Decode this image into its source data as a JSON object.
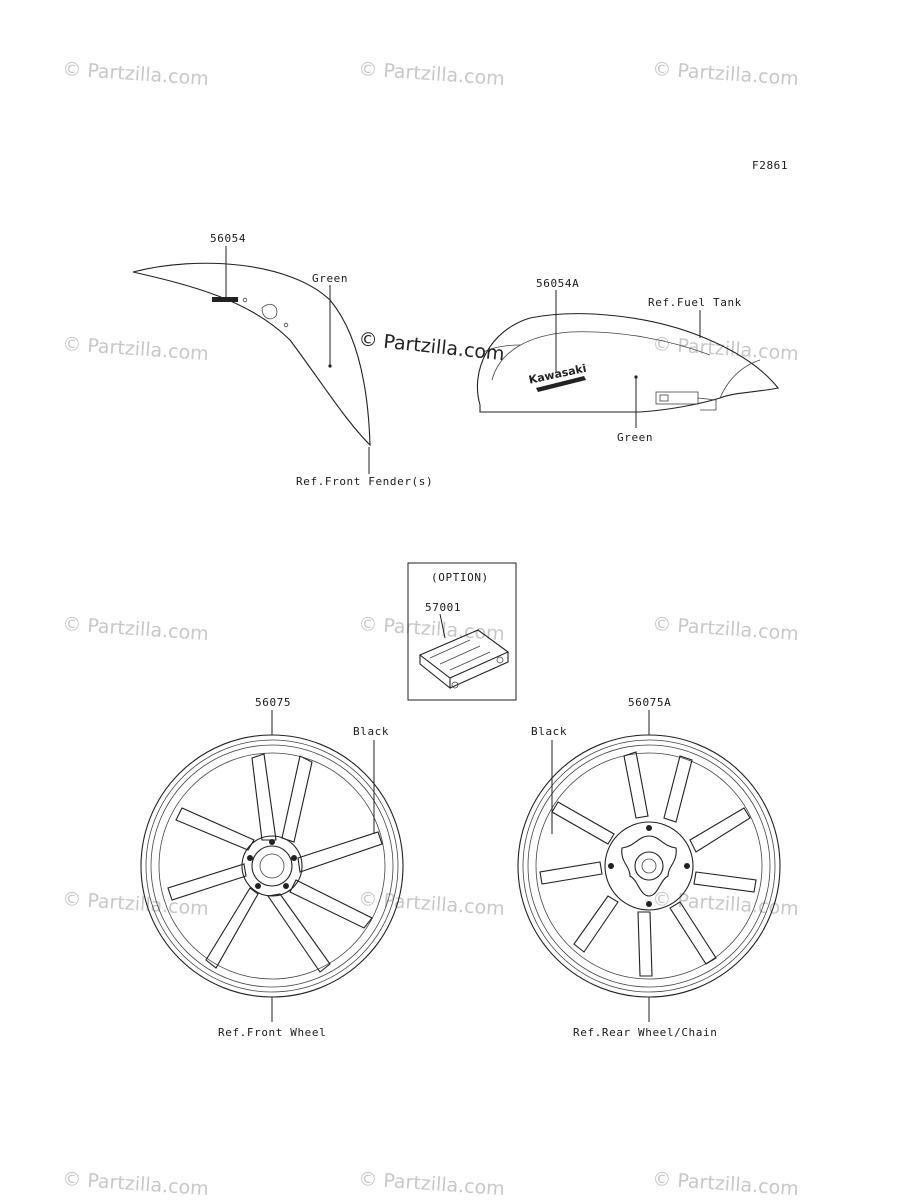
{
  "figure_code": "F2861",
  "watermark": {
    "text": "© Partzilla.com",
    "center_text": "© Partzilla.com"
  },
  "parts": {
    "p56054": "56054",
    "p56054A": "56054A",
    "p57001": "57001",
    "p56075": "56075",
    "p56075A": "56075A"
  },
  "labels": {
    "green_fender": "Green",
    "green_tank": "Green",
    "ref_front_fender": "Ref.Front Fender(s)",
    "ref_fuel_tank": "Ref.Fuel Tank",
    "option": "(OPTION)",
    "black_front": "Black",
    "black_rear": "Black",
    "ref_front_wheel": "Ref.Front Wheel",
    "ref_rear_wheel": "Ref.Rear Wheel/Chain"
  },
  "tank_logo": "Kawasaki"
}
